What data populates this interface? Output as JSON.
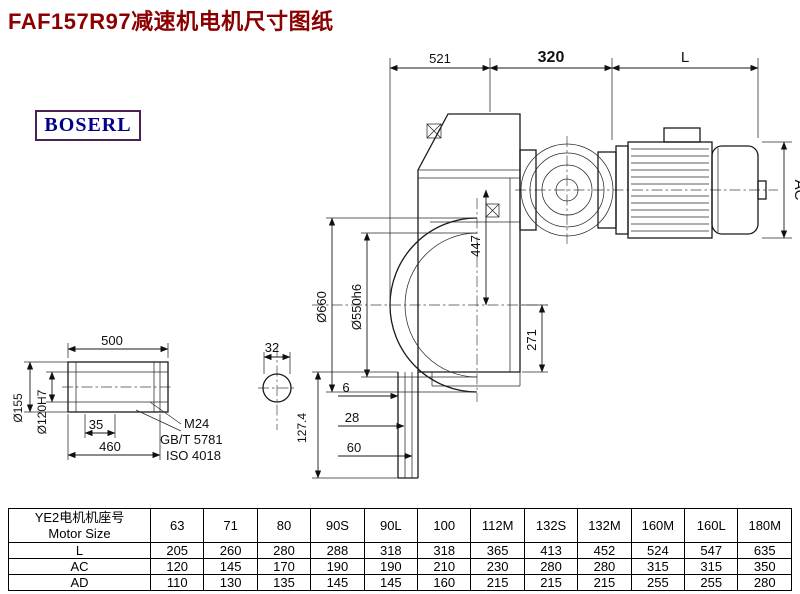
{
  "page": {
    "title": "FAF157R97减速机电机尺寸图纸",
    "logo_text": "BOSERL"
  },
  "colors": {
    "title": "#8b0000",
    "logo_text": "#00008b",
    "logo_border": "#4d1f52",
    "line": "#1a1a1a"
  },
  "dims": {
    "top_left": "521",
    "top_mid": "320",
    "top_right": "L",
    "motor_height": "AC",
    "center_to_axis": "447",
    "center_to_base": "271",
    "flange_od": "Ø660",
    "flange_spigot": "Ø550h6",
    "offset_a": "6",
    "offset_b": "28",
    "offset_c": "60",
    "base_height": "127.4",
    "shaft_length": "500",
    "shaft_step": "35",
    "shaft_usable": "460",
    "shaft_od": "Ø155",
    "shaft_bore": "Ø120H7",
    "thread_callout": "M24",
    "standard_gb": "GB/T 5781",
    "standard_iso": "ISO 4018",
    "key_width": "32"
  },
  "table": {
    "row_header_line1": "YE2电机机座号",
    "row_header_line2": "Motor Size",
    "columns": [
      "63",
      "71",
      "80",
      "90S",
      "90L",
      "100",
      "112M",
      "132S",
      "132M",
      "160M",
      "160L",
      "180M"
    ],
    "rows": [
      {
        "label": "L",
        "values": [
          "205",
          "260",
          "280",
          "288",
          "318",
          "318",
          "365",
          "413",
          "452",
          "524",
          "547",
          "635"
        ]
      },
      {
        "label": "AC",
        "values": [
          "120",
          "145",
          "170",
          "190",
          "190",
          "210",
          "230",
          "280",
          "280",
          "315",
          "315",
          "350"
        ]
      },
      {
        "label": "AD",
        "values": [
          "110",
          "130",
          "135",
          "145",
          "145",
          "160",
          "215",
          "215",
          "215",
          "255",
          "255",
          "280"
        ]
      }
    ]
  }
}
